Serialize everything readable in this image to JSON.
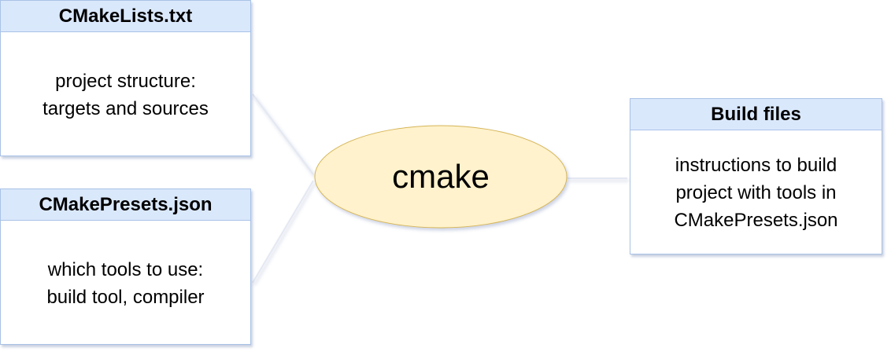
{
  "nodes": {
    "cmakelists": {
      "title": "CMakeLists.txt",
      "body": "project structure:\ntargets and sources"
    },
    "cmakepresets": {
      "title": "CMakePresets.json",
      "body": "which tools to use:\nbuild tool, compiler"
    },
    "cmake": {
      "label": "cmake"
    },
    "buildfiles": {
      "title": "Build files",
      "body": "instructions to build\nproject with tools in\nCMakePresets.json"
    }
  },
  "colors": {
    "header_fill": "#dae8fc",
    "border": "#a9c2e6",
    "ellipse_fill": "#fff2cc",
    "ellipse_stroke": "#d6b656"
  }
}
